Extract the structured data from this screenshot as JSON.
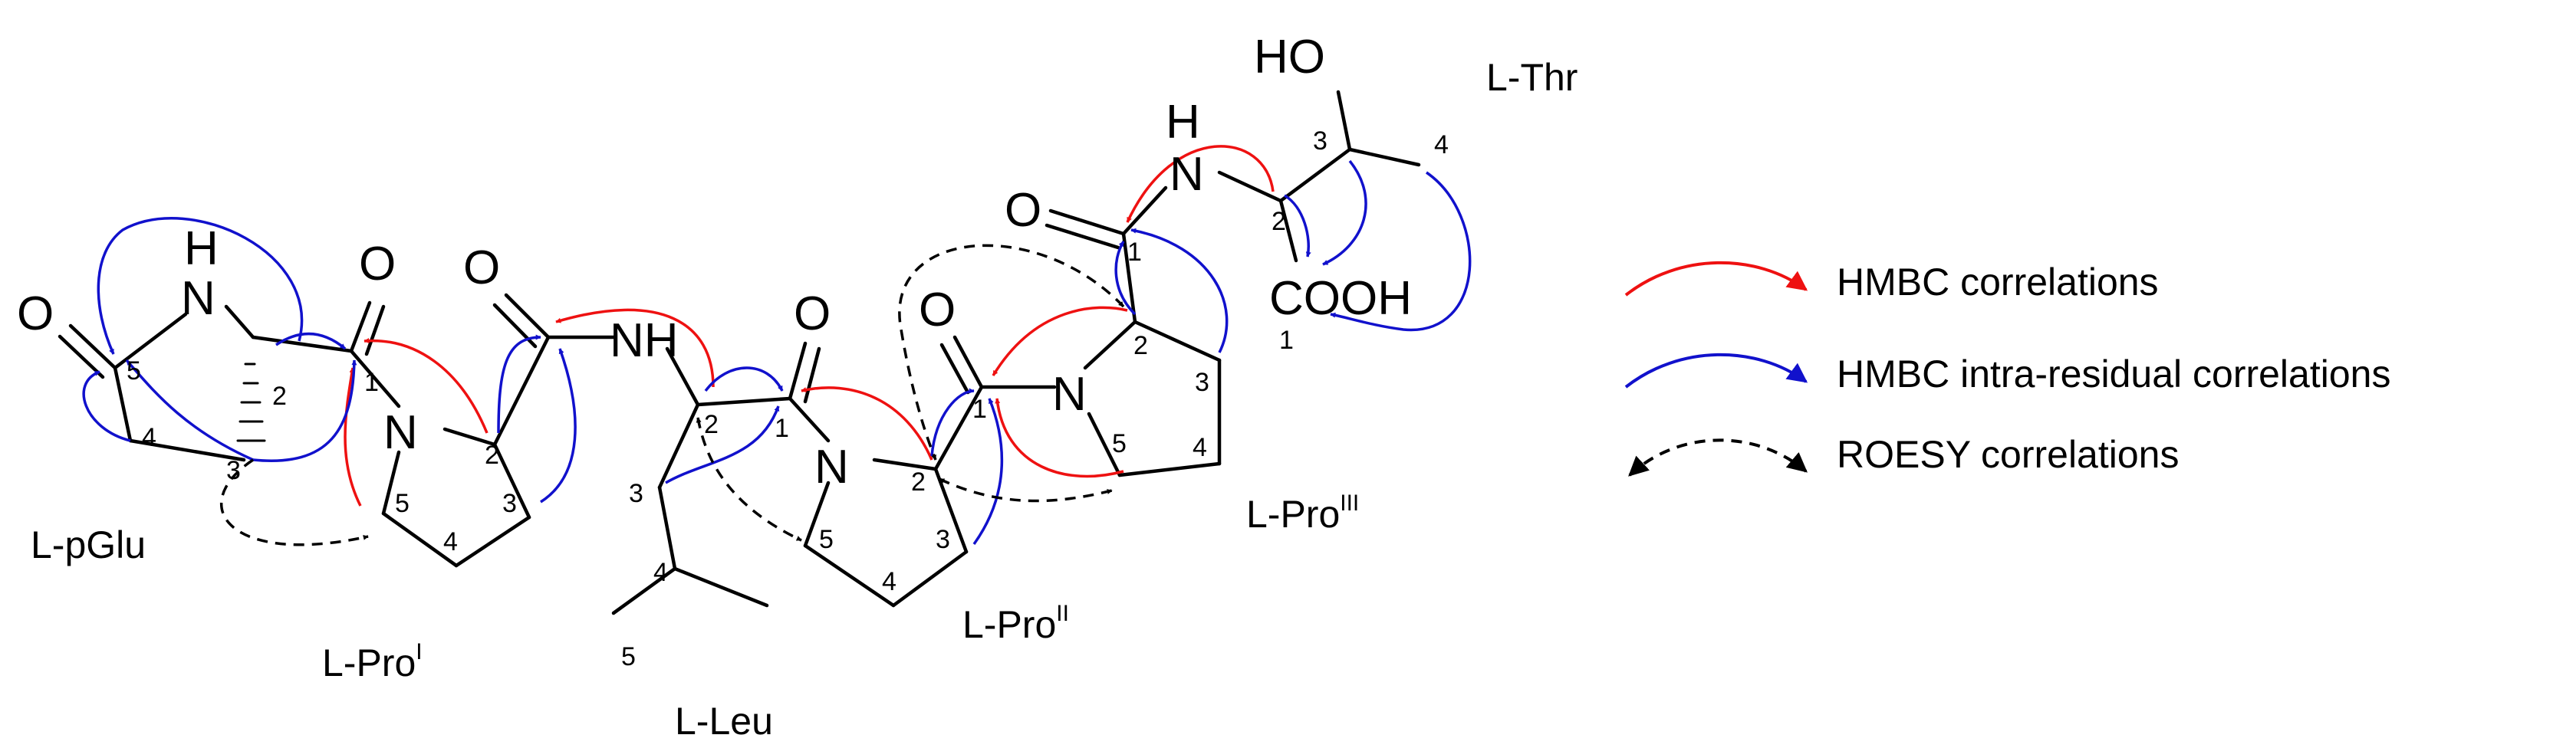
{
  "colors": {
    "hmbc": "#ee1111",
    "intra": "#1111cc",
    "roesy": "#000000",
    "bond": "#000000"
  },
  "atoms": {
    "o_pglu": "O",
    "n_pglu": "N",
    "h_pglu": "H",
    "o_pro1": "O",
    "n_pro1": "N",
    "o_pro1co": "O",
    "nh_leu": "NH",
    "o_leu": "O",
    "n_pro2": "N",
    "o_pro2": "O",
    "n_pro3": "N",
    "o_pro3": "O",
    "nh_thr_h": "H",
    "nh_thr_n": "N",
    "ho_thr": "HO",
    "cooh_thr": "COOH"
  },
  "numbers": {
    "pglu": [
      "5",
      "2",
      "4",
      "3"
    ],
    "pro1": [
      "1",
      "2",
      "3",
      "4",
      "5"
    ],
    "leu": [
      "1",
      "2",
      "3",
      "4",
      "5"
    ],
    "pro2": [
      "1",
      "2",
      "3",
      "4",
      "5"
    ],
    "pro3": [
      "1",
      "2",
      "3",
      "4",
      "5"
    ],
    "thr": [
      "2",
      "3",
      "4",
      "1"
    ]
  },
  "residues": {
    "pglu": "L-pGlu",
    "pro1": {
      "base": "L-Pro",
      "sup": "I"
    },
    "leu": "L-Leu",
    "pro2": {
      "base": "L-Pro",
      "sup": "II"
    },
    "pro3": {
      "base": "L-Pro",
      "sup": "III"
    },
    "thr": "L-Thr"
  },
  "legend": [
    {
      "type": "hmbc",
      "label": "HMBC correlations"
    },
    {
      "type": "intra",
      "label": "HMBC intra-residual correlations"
    },
    {
      "type": "roesy",
      "label": "ROESY correlations"
    }
  ]
}
